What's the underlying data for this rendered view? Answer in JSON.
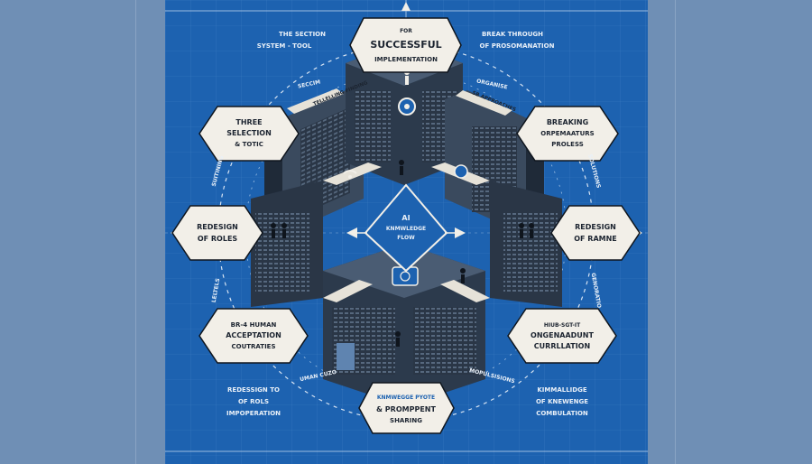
{
  "top": {
    "left_text": [
      "THE SECTION",
      "SYSTEM  -  TOOL"
    ],
    "center_box": [
      "FOR",
      "SUCCESSFUL",
      "IMPLEMENTATION"
    ],
    "right_text": [
      "BREAK THROUGH",
      "OF PROSOMANATION"
    ]
  },
  "ring": {
    "left_upper": "SECCIM",
    "right_upper": "ORGANISE",
    "left_mid": "SUITINING",
    "right_mid": "SOLUTIONS",
    "left_lower": "LELTELS",
    "right_lower": "GENORATIO"
  },
  "hexes": {
    "upper_left": [
      "THREE",
      "SELECTION",
      "& TOTIC"
    ],
    "upper_right": [
      "BREAKING",
      "ORPEMAATURS",
      "PROLESS"
    ],
    "mid_left": [
      "REDESIGN",
      "OF ROLES"
    ],
    "mid_right": [
      "REDESIGN",
      "OF RAMNE"
    ],
    "lower_left": [
      "BR-4 HUMAN",
      "ACCEPTATION",
      "COUTRATIES"
    ],
    "lower_right": [
      "HIUB-SGT-IT",
      "ONGENAADUNT",
      "CURRLLATION"
    ],
    "bottom_center": [
      "KNMWEGGE PYOTE",
      "& PROMPPENT",
      "SHARING"
    ]
  },
  "center": [
    "AI",
    "KNMWLEDGE",
    "FLOW"
  ],
  "building_labels": [
    "TELLELLING FINDING",
    "SB APPROACHES"
  ],
  "bottom": {
    "left_text": [
      "REDESSIGN TO",
      "OF ROLS",
      "IMPOPERATION"
    ],
    "mid_left_text": "UMAN CUZO",
    "mid_right_text": "MOPULSISIONS",
    "right_text": [
      "KIMMALLIDGE",
      "OF KNEWENGE",
      "COMBULATION"
    ]
  },
  "colors": {
    "blueprint": "#1d62b0",
    "background": "#6f8fb5",
    "hex_fill": "#f2efe8",
    "building_dark": "#1f2a38",
    "building_mid": "#3a4a5e"
  },
  "icons": [
    "person-icon",
    "chip-icon",
    "wifi-icon",
    "gear-icon",
    "arrow-icon"
  ]
}
